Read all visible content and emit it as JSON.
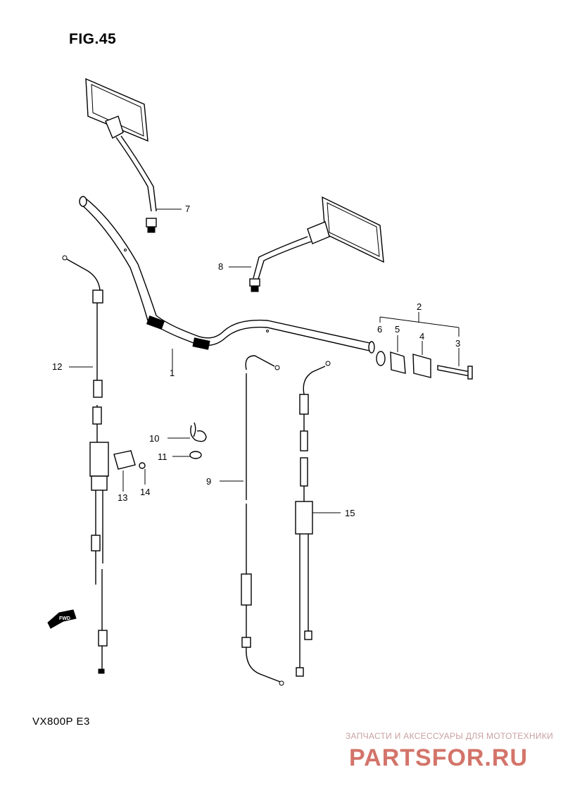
{
  "figure": {
    "title": "FIG.45"
  },
  "model": {
    "code": "VX800P  E3"
  },
  "watermark": {
    "tagline": "ЗАПЧАСТИ И АКСЕССУАРЫ ДЛЯ МОТОТЕХНИКИ",
    "logo_text": "PARTSFOR.RU",
    "color": "#c0392b"
  },
  "fwd_marker": {
    "label": "FWD"
  },
  "parts": [
    {
      "ref": "1"
    },
    {
      "ref": "2"
    },
    {
      "ref": "3"
    },
    {
      "ref": "4"
    },
    {
      "ref": "5"
    },
    {
      "ref": "6"
    },
    {
      "ref": "7"
    },
    {
      "ref": "8"
    },
    {
      "ref": "9"
    },
    {
      "ref": "10"
    },
    {
      "ref": "11"
    },
    {
      "ref": "12"
    },
    {
      "ref": "13"
    },
    {
      "ref": "14"
    },
    {
      "ref": "15"
    }
  ]
}
